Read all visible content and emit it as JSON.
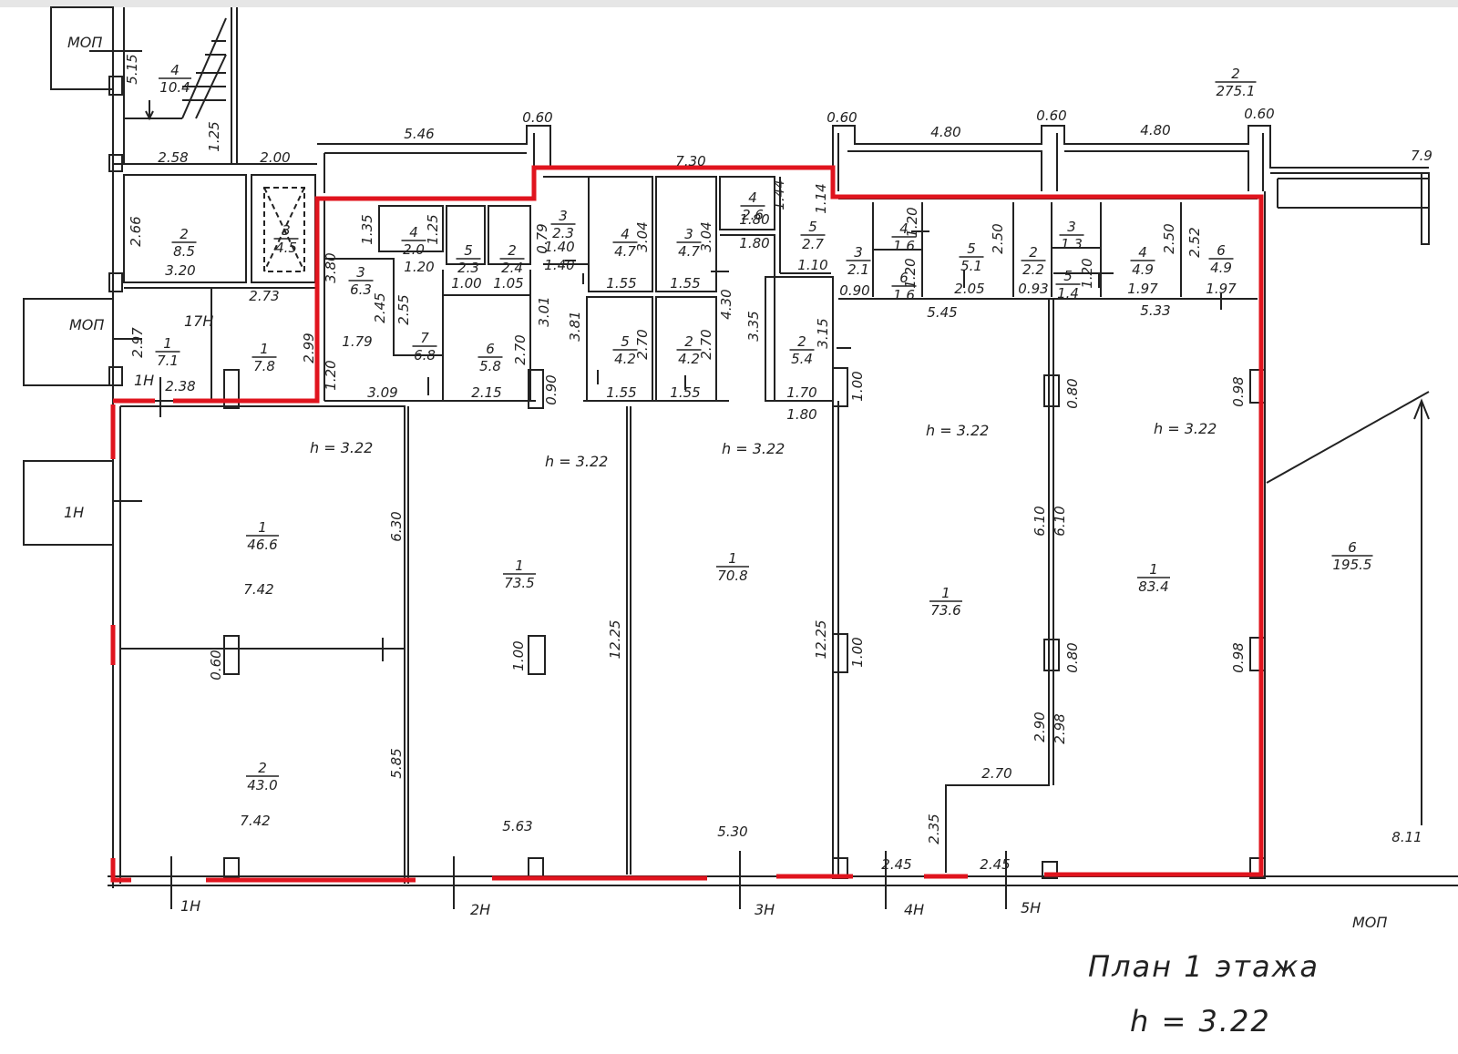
{
  "top_bar_color": "#e6e6e6",
  "accent_color": "#e0141e",
  "line_color": "#222222",
  "title": "План 1 этажа",
  "subtitle": "h = 3.22",
  "zones": [
    {
      "label": "МОП"
    },
    {
      "label": "МОП"
    },
    {
      "label": "МОП"
    },
    {
      "label": "1Н"
    },
    {
      "label": "1Н"
    },
    {
      "label": "17Н"
    }
  ],
  "axes": [
    {
      "label": "1Н"
    },
    {
      "label": "2Н"
    },
    {
      "label": "3Н"
    },
    {
      "label": "4Н"
    },
    {
      "label": "5Н"
    }
  ],
  "heights": [
    {
      "text": "h = 3.22"
    },
    {
      "text": "h = 3.22"
    },
    {
      "text": "h = 3.22"
    },
    {
      "text": "h = 3.22"
    },
    {
      "text": "h = 3.22"
    }
  ],
  "rooms": [
    {
      "num": "4",
      "area": "10.4"
    },
    {
      "num": "2",
      "area": "275.1"
    },
    {
      "num": "2",
      "area": "8.5"
    },
    {
      "num": "3",
      "area": "4.5"
    },
    {
      "num": "1",
      "area": "7.1"
    },
    {
      "num": "1",
      "area": "7.8"
    },
    {
      "num": "3",
      "area": "6.3"
    },
    {
      "num": "4",
      "area": "2.0"
    },
    {
      "num": "5",
      "area": "2.3"
    },
    {
      "num": "2",
      "area": "2.4"
    },
    {
      "num": "7",
      "area": "6.8"
    },
    {
      "num": "6",
      "area": "5.8"
    },
    {
      "num": "3",
      "area": "2.3"
    },
    {
      "num": "4",
      "area": "4.7"
    },
    {
      "num": "3",
      "area": "4.7"
    },
    {
      "num": "4",
      "area": "2.6"
    },
    {
      "num": "5",
      "area": "2.7"
    },
    {
      "num": "5",
      "area": "4.2"
    },
    {
      "num": "2",
      "area": "4.2"
    },
    {
      "num": "2",
      "area": "5.4"
    },
    {
      "num": "3",
      "area": "2.1"
    },
    {
      "num": "4",
      "area": "1.6"
    },
    {
      "num": "6",
      "area": "1.6"
    },
    {
      "num": "5",
      "area": "5.1"
    },
    {
      "num": "2",
      "area": "2.2"
    },
    {
      "num": "3",
      "area": "1.3"
    },
    {
      "num": "5",
      "area": "1.4"
    },
    {
      "num": "4",
      "area": "4.9"
    },
    {
      "num": "6",
      "area": "4.9"
    },
    {
      "num": "1",
      "area": "46.6"
    },
    {
      "num": "2",
      "area": "43.0"
    },
    {
      "num": "1",
      "area": "73.5"
    },
    {
      "num": "1",
      "area": "70.8"
    },
    {
      "num": "1",
      "area": "73.6"
    },
    {
      "num": "1",
      "area": "83.4"
    },
    {
      "num": "6",
      "area": "195.5"
    }
  ],
  "dims": [
    "5.15",
    "1.25",
    "2.58",
    "2.00",
    "5.46",
    "0.60",
    "7.30",
    "0.60",
    "4.80",
    "0.60",
    "4.80",
    "0.60",
    "7.9",
    "2.66",
    "3.20",
    "2.73",
    "2.97",
    "2.38",
    "2.99",
    "3.80",
    "1.35",
    "1.25",
    "1.20",
    "2.45",
    "2.55",
    "1.79",
    "1.20",
    "3.09",
    "1.00",
    "1.05",
    "0.79",
    "1.40",
    "1.40",
    "3.01",
    "3.81",
    "2.70",
    "2.15",
    "0.90",
    "3.04",
    "1.55",
    "3.04",
    "1.55",
    "1.44",
    "1.80",
    "1.80",
    "1.14",
    "1.10",
    "4.30",
    "3.35",
    "2.70",
    "1.55",
    "2.70",
    "1.55",
    "3.15",
    "1.70",
    "1.80",
    "1.20",
    "0.90",
    "1.20",
    "2.50",
    "2.05",
    "0.93",
    "1.20",
    "2.50",
    "2.52",
    "1.97",
    "1.97",
    "5.45",
    "5.33",
    "1.00",
    "0.80",
    "0.98",
    "6.30",
    "7.42",
    "0.60",
    "1.00",
    "12.25",
    "12.25",
    "1.00",
    "6.10",
    "6.10",
    "0.80",
    "0.98",
    "5.85",
    "7.42",
    "5.63",
    "5.30",
    "2.90",
    "2.98",
    "2.70",
    "2.35",
    "2.45",
    "2.45",
    "8.11"
  ]
}
